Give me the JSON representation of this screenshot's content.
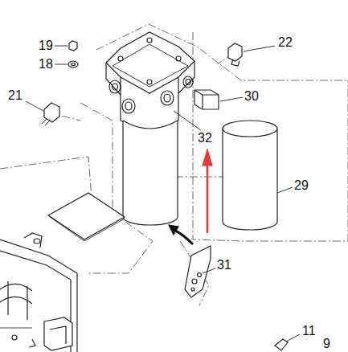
{
  "diagram": {
    "labels": [
      "19",
      "18",
      "22",
      "21",
      "30",
      "32",
      "29",
      "31",
      "11",
      "9"
    ]
  }
}
